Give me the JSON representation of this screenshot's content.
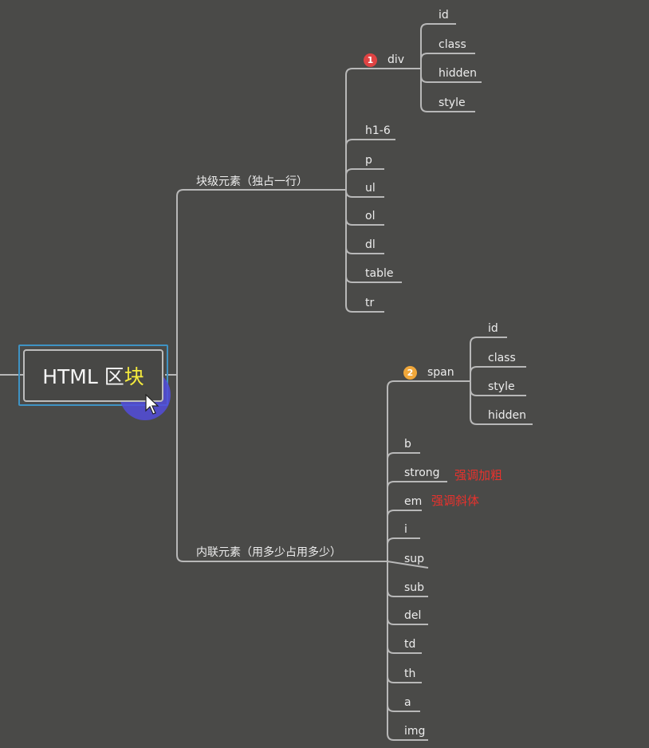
{
  "root": {
    "text_main": "HTML 区",
    "text_highlight": "块"
  },
  "branches": {
    "block": {
      "label": "块级元素（独占一行）",
      "div": {
        "badge": "1",
        "label": "div",
        "children": [
          "id",
          "class",
          "hidden",
          "style"
        ]
      },
      "children": [
        "h1-6",
        "p",
        "ul",
        "ol",
        "dl",
        "table",
        "tr"
      ]
    },
    "inline": {
      "label": "内联元素（用多少占用多少）",
      "span": {
        "badge": "2",
        "label": "span",
        "children": [
          "id",
          "class",
          "style",
          "hidden"
        ]
      },
      "children": [
        "b",
        "strong",
        "em",
        "i",
        "sup",
        "sub",
        "del",
        "td",
        "th",
        "a",
        "img"
      ]
    }
  },
  "notes": {
    "strong": "强调加粗",
    "em": "强调斜体"
  },
  "colors": {
    "background": "#4a4a48",
    "line": "#b8b8b8",
    "note": "#e8322d",
    "badge_1": "#e04343",
    "badge_2": "#f0a73a",
    "root_highlight": "#f4ea3d",
    "selection": "#3f93c4"
  }
}
